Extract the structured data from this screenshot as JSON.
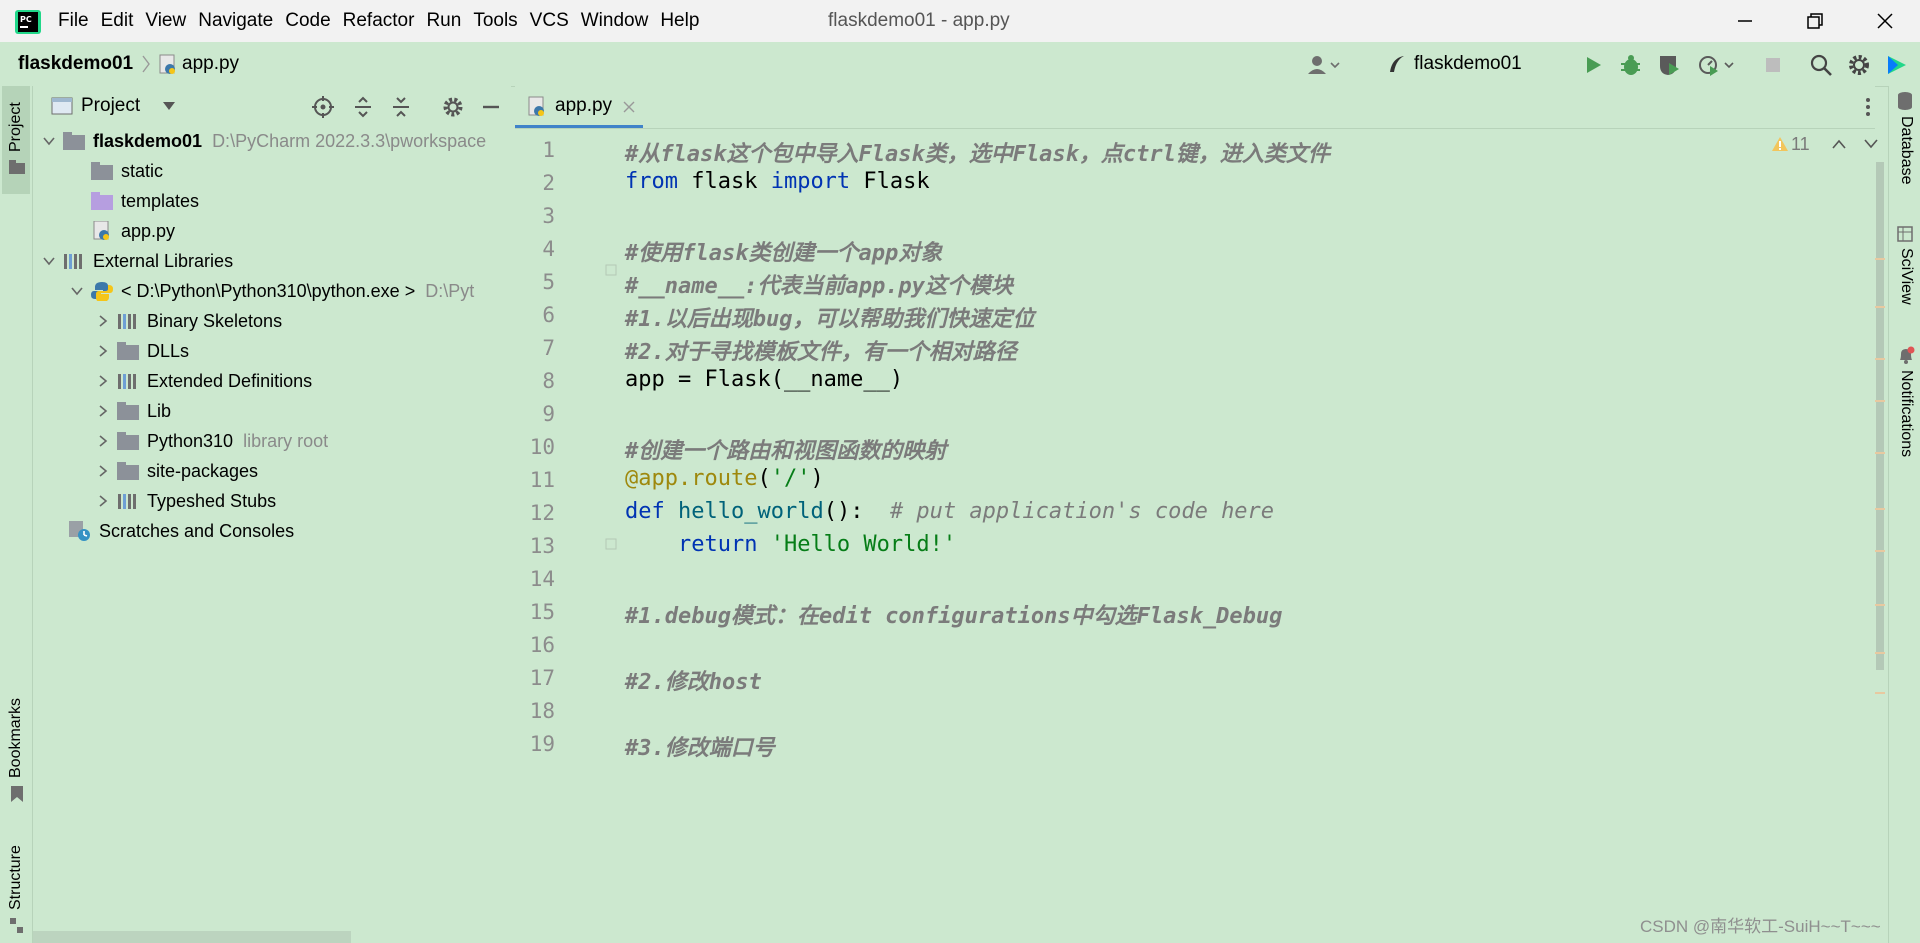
{
  "app": {
    "window_title": "flaskdemo01 - app.py",
    "menu": [
      "File",
      "Edit",
      "View",
      "Navigate",
      "Code",
      "Refactor",
      "Run",
      "Tools",
      "VCS",
      "Window",
      "Help"
    ]
  },
  "navbar": {
    "project": "flaskdemo01",
    "file": "app.py",
    "run_config": "flaskdemo01"
  },
  "left_stripe": {
    "project": "Project",
    "bookmarks": "Bookmarks",
    "structure": "Structure"
  },
  "right_stripe": {
    "database": "Database",
    "sciview": "SciView",
    "notifications": "Notifications"
  },
  "project_panel": {
    "title": "Project",
    "tree": [
      {
        "label": "flaskdemo01",
        "detail": "D:\\PyCharm 2022.3.3\\pworkspace",
        "icon": "folder-icon"
      },
      {
        "label": "static",
        "detail": "",
        "icon": "folder-icon"
      },
      {
        "label": "templates",
        "detail": "",
        "icon": "templates-folder-icon"
      },
      {
        "label": "app.py",
        "detail": "",
        "icon": "python-file-icon"
      },
      {
        "label": "External Libraries",
        "detail": "",
        "icon": "library-icon"
      },
      {
        "label": "< D:\\Python\\Python310\\python.exe >",
        "detail": "D:\\Pyt",
        "icon": "python-sdk-icon"
      },
      {
        "label": "Binary Skeletons",
        "detail": "",
        "icon": "library-icon"
      },
      {
        "label": "DLLs",
        "detail": "",
        "icon": "folder-icon"
      },
      {
        "label": "Extended Definitions",
        "detail": "",
        "icon": "library-icon"
      },
      {
        "label": "Lib",
        "detail": "",
        "icon": "folder-icon"
      },
      {
        "label": "Python310",
        "detail": "library root",
        "icon": "folder-icon"
      },
      {
        "label": "site-packages",
        "detail": "",
        "icon": "folder-icon"
      },
      {
        "label": "Typeshed Stubs",
        "detail": "",
        "icon": "library-icon"
      },
      {
        "label": "Scratches and Consoles",
        "detail": "",
        "icon": "scratches-icon"
      }
    ]
  },
  "editor": {
    "tab": "app.py",
    "warning_count": "11",
    "line_numbers": [
      "1",
      "2",
      "3",
      "4",
      "5",
      "6",
      "7",
      "8",
      "9",
      "10",
      "11",
      "12",
      "13",
      "14",
      "15",
      "16",
      "17",
      "18",
      "19"
    ],
    "code": {
      "l1": "#从flask这个包中导入Flask类，选中Flask，点ctrl键，进入类文件",
      "l2a": "from",
      "l2b": " flask ",
      "l2c": "import",
      "l2d": " Flask",
      "l4": "#使用flask类创建一个app对象",
      "l5": "#__name__:代表当前app.py这个模块",
      "l6": "#1.以后出现bug，可以帮助我们快速定位",
      "l7": "#2.对于寻找模板文件，有一个相对路径",
      "l8": "app = Flask(__name__)",
      "l10": "#创建一个路由和视图函数的映射",
      "l11a": "@app.route",
      "l11b": "(",
      "l11c": "'/'",
      "l11d": ")",
      "l12a": "def",
      "l12b": " ",
      "l12c": "hello_world",
      "l12d": "():  ",
      "l12e": "# put application's code here",
      "l13a": "    return",
      "l13b": " ",
      "l13c": "'Hello World!'",
      "l15": "#1.debug模式：在edit configurations中勾选Flask_Debug",
      "l17": "#2.修改host",
      "l19": "#3.修改端口号"
    }
  },
  "watermark": "CSDN @南华软工-SuiH~~T~~~"
}
